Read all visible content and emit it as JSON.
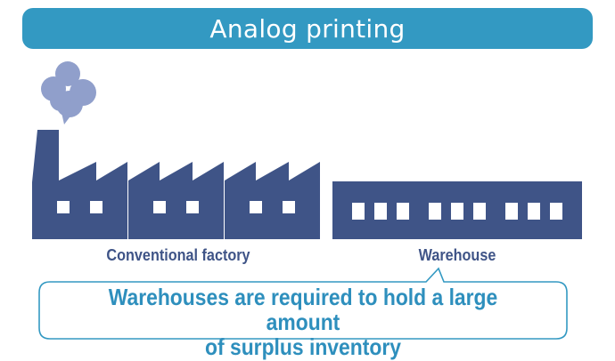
{
  "header": {
    "title": "Analog printing"
  },
  "factory": {
    "label": "Conventional factory"
  },
  "warehouse": {
    "label": "Warehouse"
  },
  "callout": {
    "line1": "Warehouses are required to hold a large amount",
    "line2": "of surplus inventory"
  },
  "colors": {
    "header_bg": "#3399c2",
    "building": "#3f5487",
    "smoke": "#909fcb",
    "label_text": "#3f5487",
    "callout_text": "#2e8fbd",
    "callout_border": "#3399c2"
  },
  "icons": {
    "smoke": "smoke-cloud-icon",
    "factory": "factory-icon",
    "warehouse": "warehouse-icon"
  }
}
